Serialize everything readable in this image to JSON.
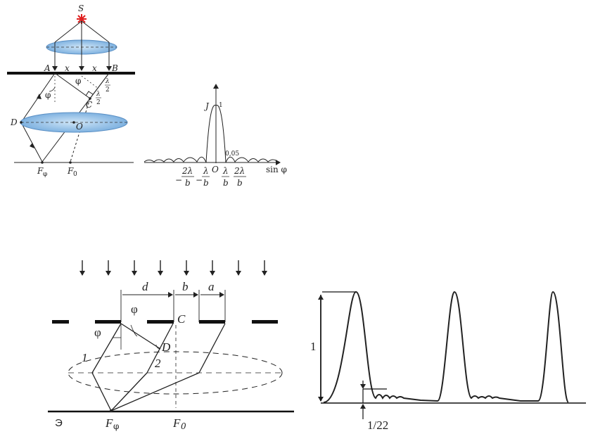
{
  "single_slit_diagram": {
    "source": "S",
    "point_a": "A",
    "point_b": "B",
    "point_c": "C",
    "point_d": "D",
    "point_o": "O",
    "half_width_left": "x",
    "half_width_right": "x",
    "angle_top": "φ",
    "angle_left": "φ",
    "half_lambda_num": "λ",
    "half_lambda_den": "2",
    "half_lambda2_num": "λ",
    "half_lambda2_den": "2",
    "focus_phi": "F",
    "focus_phi_sub": "φ",
    "focus_zero": "F",
    "focus_zero_sub": "0"
  },
  "single_slit_graph": {
    "ylabel": "J",
    "peak_value": "1",
    "origin": "O",
    "xlabel": "sin φ",
    "side_max_label": "0,05",
    "tick_labels": [
      {
        "sign": "−",
        "num": "2λ",
        "den": "b"
      },
      {
        "sign": "−",
        "num": "λ",
        "den": "b"
      },
      {
        "sign": "",
        "num": "λ",
        "den": "b"
      },
      {
        "sign": "",
        "num": "2λ",
        "den": "b"
      }
    ]
  },
  "grating_diagram": {
    "period": "d",
    "gap": "b",
    "slit": "a",
    "point_c": "C",
    "point_d": "D",
    "angle_top": "φ",
    "angle_left": "φ",
    "ray1": "1",
    "ray2": "2",
    "screen": "Э",
    "focus_phi": "F",
    "focus_phi_sub": "φ",
    "focus_zero": "F",
    "focus_zero_sub": "0"
  },
  "grating_graph": {
    "peak_label": "1",
    "secondary_label": "1/22"
  }
}
